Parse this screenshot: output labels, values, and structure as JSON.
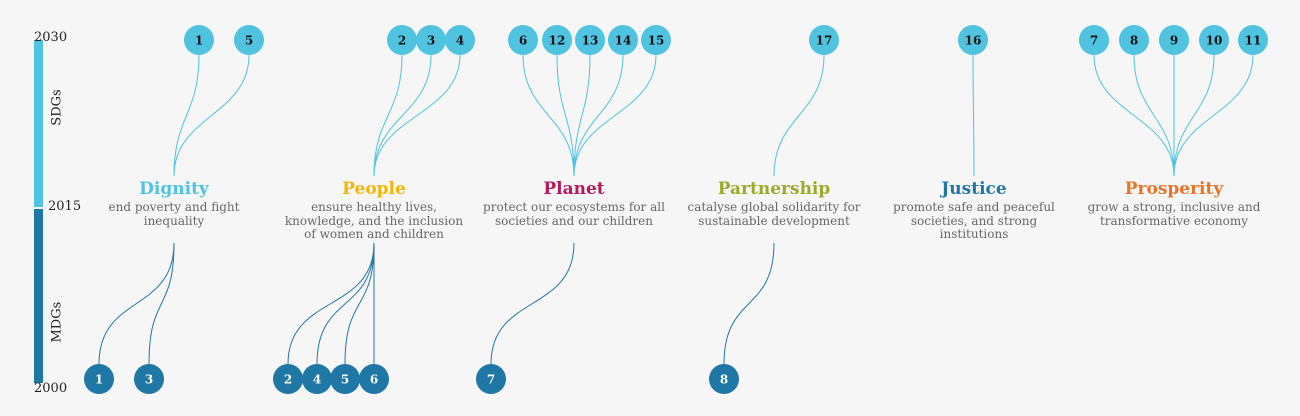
{
  "axis": {
    "years": {
      "top": "2030",
      "mid": "2015",
      "bottom": "2000"
    },
    "sdg_label": "SDGs",
    "mdg_label": "MDGs",
    "colors": {
      "sdg": "#4fc3df",
      "mdg": "#1f77a5"
    }
  },
  "themes": [
    {
      "key": "dignity",
      "name": "Dignity",
      "color": "#4fc3df",
      "desc": [
        "end poverty and fight",
        "inequality"
      ]
    },
    {
      "key": "people",
      "name": "People",
      "color": "#f2b705",
      "desc": [
        "ensure healthy lives,",
        "knowledge, and the inclusion",
        "of women and children"
      ]
    },
    {
      "key": "planet",
      "name": "Planet",
      "color": "#b5195b",
      "desc": [
        "protect our ecosystems for all",
        "societies and our children"
      ]
    },
    {
      "key": "partnership",
      "name": "Partnership",
      "color": "#9aaa2a",
      "desc": [
        "catalyse global solidarity for",
        "sustainable development"
      ]
    },
    {
      "key": "justice",
      "name": "Justice",
      "color": "#1f77a5",
      "desc": [
        "promote safe and peaceful",
        "societies, and strong",
        "institutions"
      ]
    },
    {
      "key": "prosperity",
      "name": "Prosperity",
      "color": "#e8742a",
      "desc": [
        "grow a strong, inclusive and",
        "transformative economy"
      ]
    }
  ],
  "sdg_groups": [
    {
      "theme": "dignity",
      "goals": [
        "1",
        "5"
      ]
    },
    {
      "theme": "people",
      "goals": [
        "2",
        "3",
        "4"
      ]
    },
    {
      "theme": "planet",
      "goals": [
        "6",
        "12",
        "13",
        "14",
        "15"
      ]
    },
    {
      "theme": "partnership",
      "goals": [
        "17"
      ]
    },
    {
      "theme": "justice",
      "goals": [
        "16"
      ]
    },
    {
      "theme": "prosperity",
      "goals": [
        "7",
        "8",
        "9",
        "10",
        "11"
      ]
    }
  ],
  "mdg_groups": [
    {
      "theme": "dignity",
      "goals": [
        "1",
        "3"
      ]
    },
    {
      "theme": "people",
      "goals": [
        "2",
        "4",
        "5",
        "6"
      ]
    },
    {
      "theme": "planet",
      "goals": [
        "7"
      ]
    },
    {
      "theme": "partnership",
      "goals": [
        "8"
      ]
    }
  ]
}
